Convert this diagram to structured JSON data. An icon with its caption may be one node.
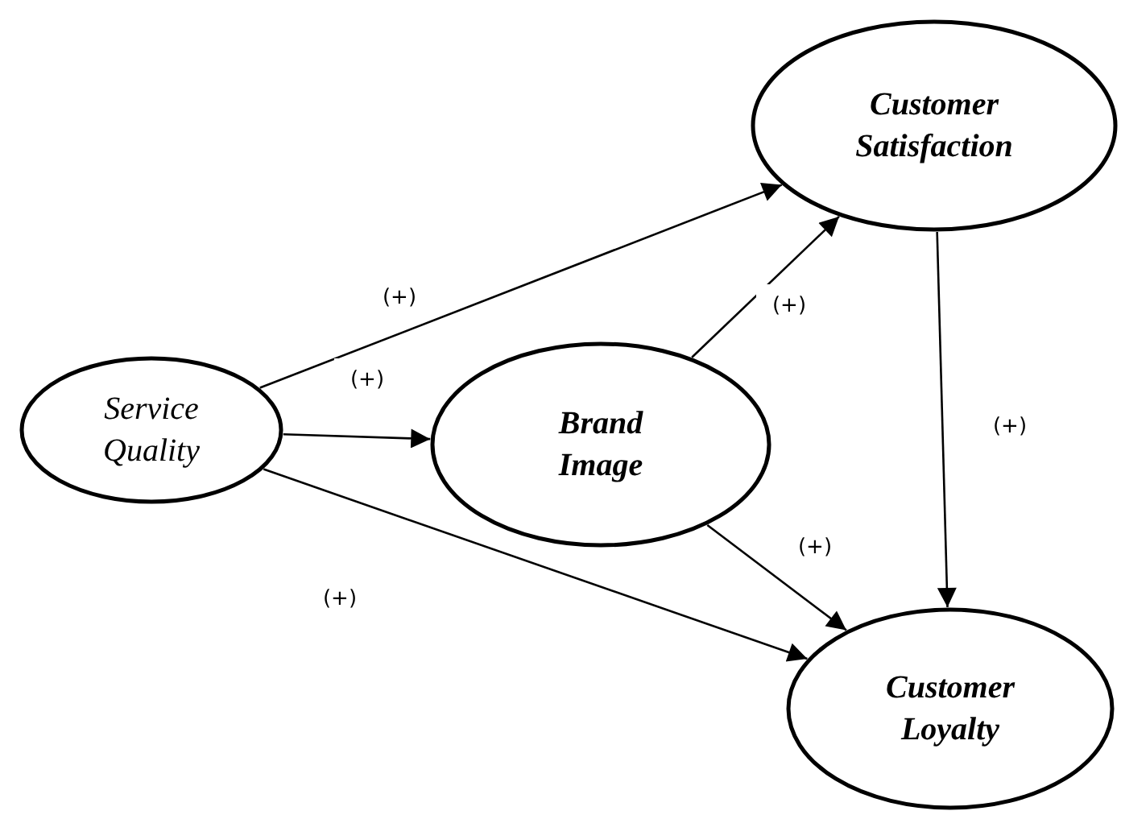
{
  "diagram": {
    "nodes": [
      {
        "text": [
          "Service Quality"
        ]
      },
      {
        "text": [
          "Brand Image"
        ]
      },
      {
        "text": [
          "Customer Satisfaction"
        ]
      },
      {
        "text": [
          "Customer Loyalty"
        ]
      }
    ],
    "edges": [
      {
        "from": 0,
        "to": 2,
        "arrow": "to",
        "label": "(+)"
      },
      {
        "from": 0,
        "to": 1,
        "arrow": "to",
        "label": "(+)"
      },
      {
        "from": 0,
        "to": 3,
        "arrow": "to",
        "label": "(+)"
      },
      {
        "from": 1,
        "to": 2,
        "arrow": "to",
        "label": "(+)"
      },
      {
        "from": 1,
        "to": 3,
        "arrow": "to",
        "label": "(+)"
      },
      {
        "from": 2,
        "to": 3,
        "arrow": "to",
        "label": "(+)"
      }
    ]
  }
}
